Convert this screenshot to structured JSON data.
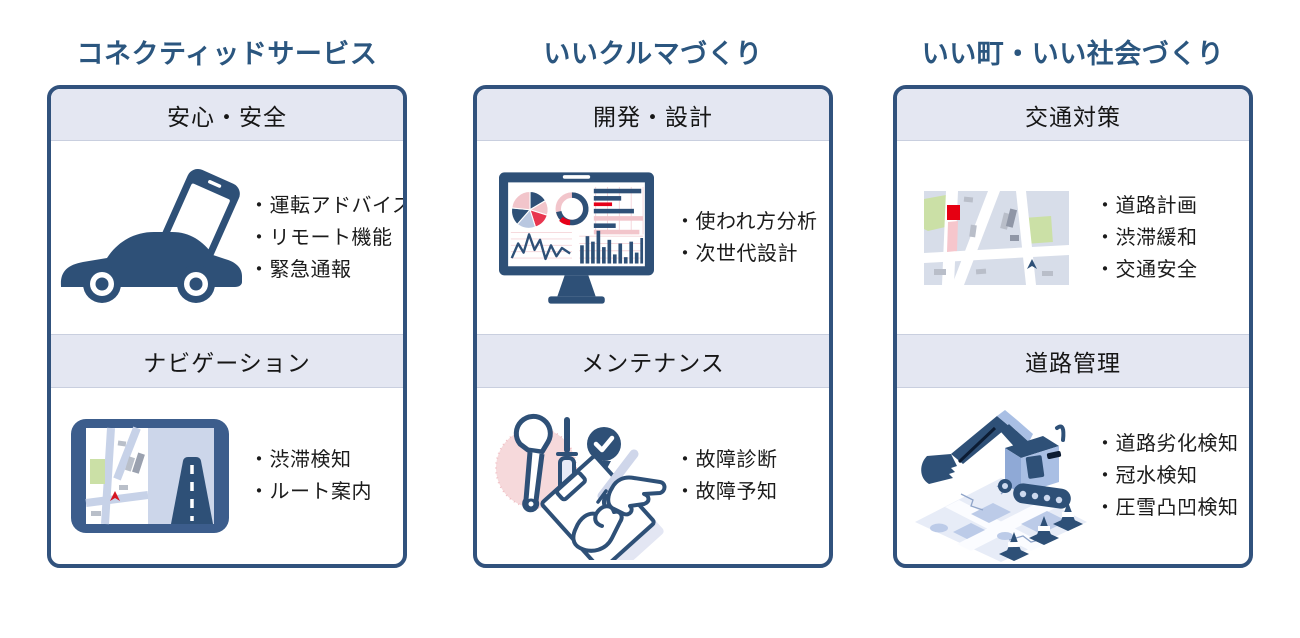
{
  "colors": {
    "accent_navy": "#2e5077",
    "border_navy": "#31527d",
    "title_navy": "#2b567f",
    "header_band_bg": "#e4e7f2",
    "alert_red": "#e60019",
    "soft_pink": "#f2c5cb",
    "map_green": "#cbe0a6",
    "steel_blue": "#a9bfe4"
  },
  "columns": [
    {
      "title": "コネクティッドサービス",
      "sections": [
        {
          "header": "安心・安全",
          "icon": "car-smartphone-icon",
          "items": [
            "・運転アドバイス",
            "・リモート機能",
            "・緊急通報"
          ]
        },
        {
          "header": "ナビゲーション",
          "icon": "navigation-device-icon",
          "items": [
            "・渋滞検知",
            "・ルート案内"
          ]
        }
      ]
    },
    {
      "title": "いいクルマづくり",
      "sections": [
        {
          "header": "開発・設計",
          "icon": "analytics-monitor-icon",
          "items": [
            "・使われ方分析",
            "・次世代設計"
          ]
        },
        {
          "header": "メンテナンス",
          "icon": "maintenance-checklist-icon",
          "items": [
            "・故障診断",
            "・故障予知"
          ]
        }
      ]
    },
    {
      "title": "いい町・いい社会づくり",
      "sections": [
        {
          "header": "交通対策",
          "icon": "city-map-icon",
          "items": [
            "・道路計画",
            "・渋滞緩和",
            "・交通安全"
          ]
        },
        {
          "header": "道路管理",
          "icon": "excavator-roadwork-icon",
          "items": [
            "・道路劣化検知",
            "・冠水検知",
            "・圧雪凸凹検知"
          ]
        }
      ]
    }
  ]
}
